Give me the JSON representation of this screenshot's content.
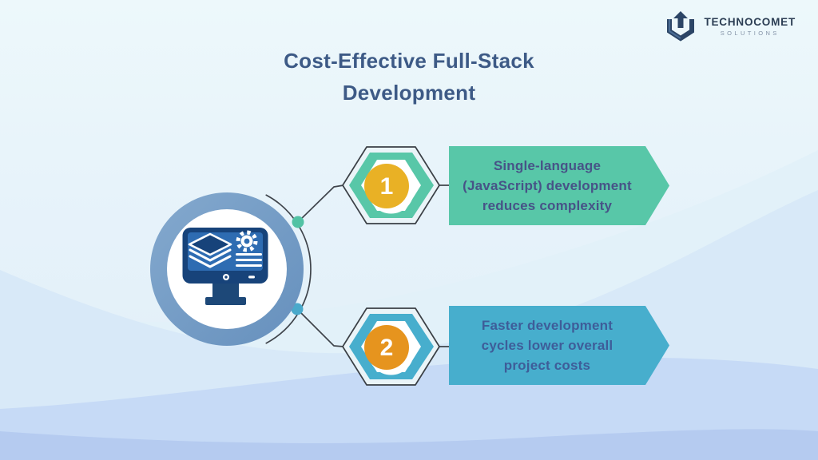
{
  "title": {
    "line1": "Cost-Effective Full-Stack",
    "line2": "Development",
    "color": "#3D5A86"
  },
  "brand": {
    "name": "TECHNOCOMET",
    "tagline": "SOLUTIONS",
    "logo_icon": "hexagon-up-arrow-icon",
    "logo_color": "#2C4566"
  },
  "center": {
    "icon": "monitor-layers-gear-icon",
    "ring_color": "#6E97C1",
    "monitor_frame_color": "#17437A",
    "monitor_screen_color": "#2E6CB2"
  },
  "connectors": {
    "line_color": "#3F444B",
    "dot_top_color": "#52C2A4",
    "dot_bottom_color": "#49A9CB"
  },
  "steps": [
    {
      "number": "1",
      "lines": [
        "Single-language",
        "(JavaScript) development",
        "reduces complexity"
      ],
      "full_text": "Single-language (JavaScript) development reduces complexity",
      "accent_color": "#58C7A8",
      "badge_color": "#E9B125",
      "text_color": "#475387"
    },
    {
      "number": "2",
      "lines": [
        "Faster development",
        "cycles lower overall",
        "project costs"
      ],
      "full_text": "Faster development cycles lower overall project costs",
      "accent_color": "#47AECD",
      "badge_color": "#E6941E",
      "text_color": "#3E5D99"
    }
  ],
  "background": {
    "base_top": "#EDF8FB",
    "wave_colors": [
      "#E2F1F9",
      "#D8E9F8",
      "#C6DAF6",
      "#B5CBF0"
    ]
  }
}
